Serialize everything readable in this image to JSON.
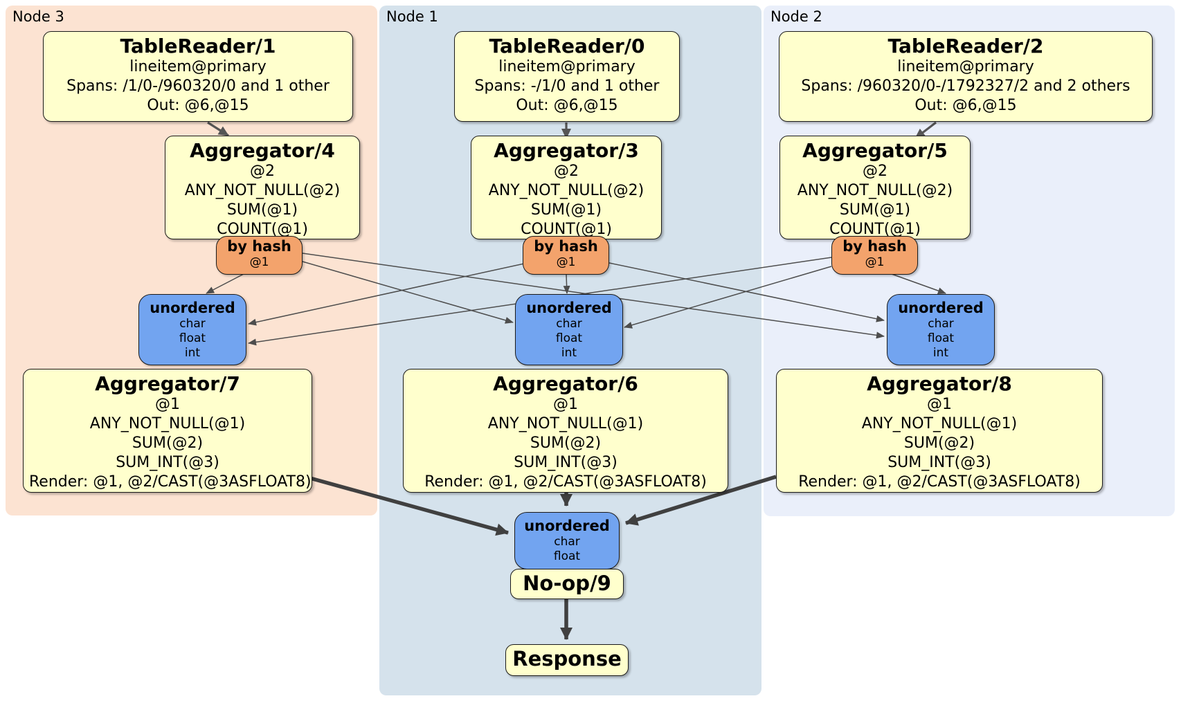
{
  "panels": [
    {
      "label": "Node 3"
    },
    {
      "label": "Node 1"
    },
    {
      "label": "Node 2"
    }
  ],
  "processors": {
    "tablereader1": {
      "title": "TableReader/1",
      "lines": [
        "lineitem@primary",
        "Spans: /1/0-/960320/0 and 1 other",
        "Out: @6,@15"
      ]
    },
    "tablereader0": {
      "title": "TableReader/0",
      "lines": [
        "lineitem@primary",
        "Spans: -/1/0 and 1 other",
        "Out: @6,@15"
      ]
    },
    "tablereader2": {
      "title": "TableReader/2",
      "lines": [
        "lineitem@primary",
        "Spans: /960320/0-/1792327/2 and 2 others",
        "Out: @6,@15"
      ]
    },
    "aggregator4": {
      "title": "Aggregator/4",
      "lines": [
        "@2",
        "ANY_NOT_NULL(@2)",
        "SUM(@1)",
        "COUNT(@1)"
      ]
    },
    "aggregator3": {
      "title": "Aggregator/3",
      "lines": [
        "@2",
        "ANY_NOT_NULL(@2)",
        "SUM(@1)",
        "COUNT(@1)"
      ]
    },
    "aggregator5": {
      "title": "Aggregator/5",
      "lines": [
        "@2",
        "ANY_NOT_NULL(@2)",
        "SUM(@1)",
        "COUNT(@1)"
      ]
    },
    "aggregator7": {
      "title": "Aggregator/7",
      "lines": [
        "@1",
        "ANY_NOT_NULL(@1)",
        "SUM(@2)",
        "SUM_INT(@3)",
        "Render: @1, @2/CAST(@3ASFLOAT8)"
      ]
    },
    "aggregator6": {
      "title": "Aggregator/6",
      "lines": [
        "@1",
        "ANY_NOT_NULL(@1)",
        "SUM(@2)",
        "SUM_INT(@3)",
        "Render: @1, @2/CAST(@3ASFLOAT8)"
      ]
    },
    "aggregator8": {
      "title": "Aggregator/8",
      "lines": [
        "@1",
        "ANY_NOT_NULL(@1)",
        "SUM(@2)",
        "SUM_INT(@3)",
        "Render: @1, @2/CAST(@3ASFLOAT8)"
      ]
    },
    "noop": {
      "title": "No-op/9"
    },
    "response": {
      "title": "Response"
    }
  },
  "routers": [
    {
      "label": "by hash",
      "detail": "@1"
    },
    {
      "label": "by hash",
      "detail": "@1"
    },
    {
      "label": "by hash",
      "detail": "@1"
    }
  ],
  "syncs": [
    {
      "label": "unordered",
      "types": [
        "char",
        "float",
        "int"
      ]
    },
    {
      "label": "unordered",
      "types": [
        "char",
        "float",
        "int"
      ]
    },
    {
      "label": "unordered",
      "types": [
        "char",
        "float",
        "int"
      ]
    },
    {
      "label": "unordered",
      "types": [
        "char",
        "float"
      ]
    }
  ],
  "edges": [
    {
      "from": "TableReader/1",
      "to": "Aggregator/4"
    },
    {
      "from": "TableReader/0",
      "to": "Aggregator/3"
    },
    {
      "from": "TableReader/2",
      "to": "Aggregator/5"
    },
    {
      "from": "by hash (Node 3)",
      "to": "unordered (Node 3)"
    },
    {
      "from": "by hash (Node 3)",
      "to": "unordered (Node 1)"
    },
    {
      "from": "by hash (Node 3)",
      "to": "unordered (Node 2)"
    },
    {
      "from": "by hash (Node 1)",
      "to": "unordered (Node 3)"
    },
    {
      "from": "by hash (Node 1)",
      "to": "unordered (Node 1)"
    },
    {
      "from": "by hash (Node 1)",
      "to": "unordered (Node 2)"
    },
    {
      "from": "by hash (Node 2)",
      "to": "unordered (Node 3)"
    },
    {
      "from": "by hash (Node 2)",
      "to": "unordered (Node 1)"
    },
    {
      "from": "by hash (Node 2)",
      "to": "unordered (Node 2)"
    },
    {
      "from": "Aggregator/7",
      "to": "unordered (final)"
    },
    {
      "from": "Aggregator/6",
      "to": "unordered (final)"
    },
    {
      "from": "Aggregator/8",
      "to": "unordered (final)"
    },
    {
      "from": "No-op/9",
      "to": "Response"
    }
  ],
  "colors": {
    "panel_node3": "#fce3d2",
    "panel_node1": "#d5e2ec",
    "panel_node2": "#eaeffa",
    "processor_fill": "#ffffcd",
    "router_fill": "#f3a36c",
    "sync_fill": "#72a4f0",
    "thin_edge": "#4d4d4d",
    "thick_edge": "#404040"
  }
}
